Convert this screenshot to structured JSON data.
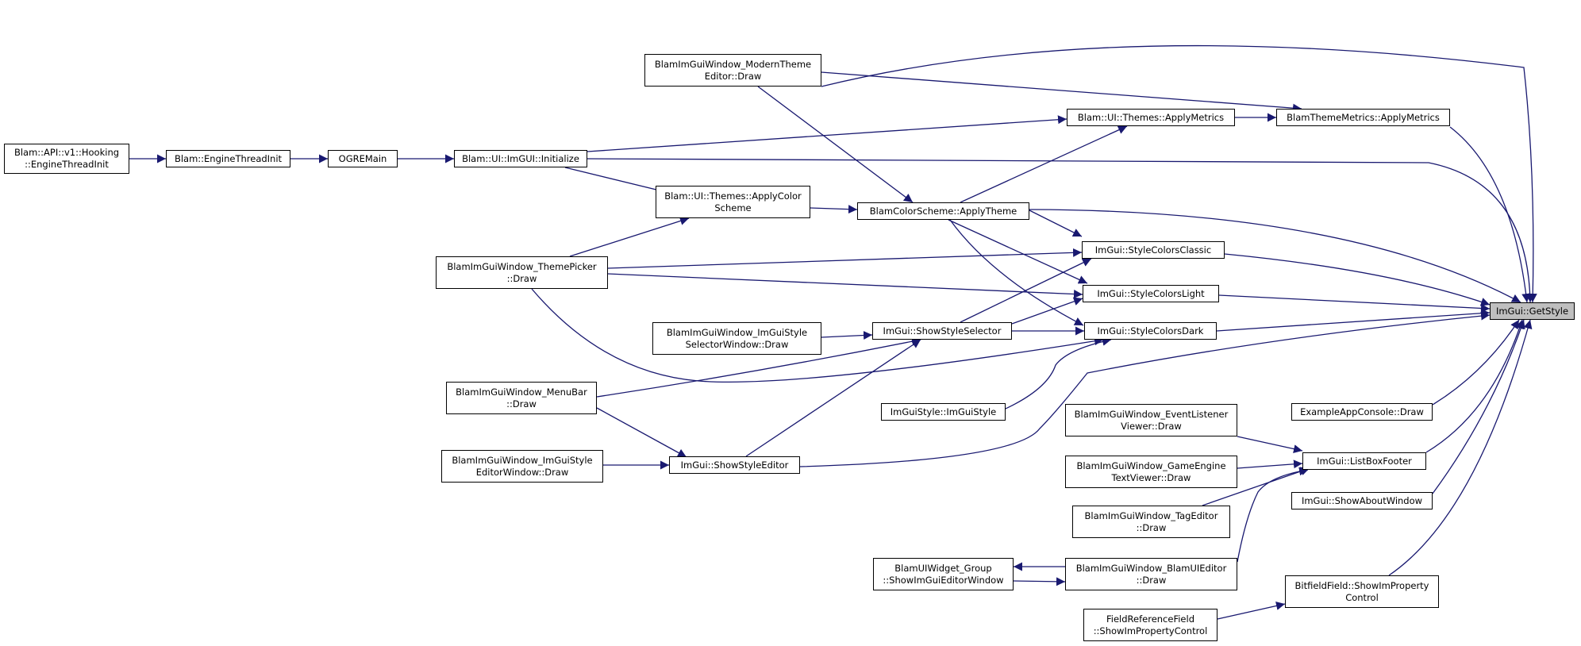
{
  "graph": {
    "edge_color": "#191970",
    "target_fill": "#bfbfbf",
    "nodes": {
      "getstyle": [
        "ImGui::GetStyle"
      ],
      "hooking": [
        "Blam::API::v1::Hooking",
        "::EngineThreadInit"
      ],
      "enginethread": [
        "Blam::EngineThreadInit"
      ],
      "ogremain": [
        "OGREMain"
      ],
      "initialize": [
        "Blam::UI::ImGUI::Initialize"
      ],
      "moderntheme": [
        "BlamImGuiWindow_ModernTheme",
        "Editor::Draw"
      ],
      "applymetrics_ui": [
        "Blam::UI::Themes::ApplyMetrics"
      ],
      "blamthememetrics": [
        "BlamThemeMetrics::ApplyMetrics"
      ],
      "applycolor": [
        "Blam::UI::Themes::ApplyColor",
        "Scheme"
      ],
      "applytheme": [
        "BlamColorScheme::ApplyTheme"
      ],
      "classic": [
        "ImGui::StyleColorsClassic"
      ],
      "light": [
        "ImGui::StyleColorsLight"
      ],
      "dark": [
        "ImGui::StyleColorsDark"
      ],
      "themepicker": [
        "BlamImGuiWindow_ThemePicker",
        "::Draw"
      ],
      "selectorwindow": [
        "BlamImGuiWindow_ImGuiStyle",
        "SelectorWindow::Draw"
      ],
      "showstyleselector": [
        "ImGui::ShowStyleSelector"
      ],
      "menubar": [
        "BlamImGuiWindow_MenuBar",
        "::Draw"
      ],
      "imguistyle": [
        "ImGuiStyle::ImGuiStyle"
      ],
      "editorwindow": [
        "BlamImGuiWindow_ImGuiStyle",
        "EditorWindow::Draw"
      ],
      "showstyleeditor": [
        "ImGui::ShowStyleEditor"
      ],
      "appconsole": [
        "ExampleAppConsole::Draw"
      ],
      "eventlistener": [
        "BlamImGuiWindow_EventListener",
        "Viewer::Draw"
      ],
      "listboxfooter": [
        "ImGui::ListBoxFooter"
      ],
      "gameengine": [
        "BlamImGuiWindow_GameEngine",
        "TextViewer::Draw"
      ],
      "showabout": [
        "ImGui::ShowAboutWindow"
      ],
      "tageditor": [
        "BlamImGuiWindow_TagEditor",
        "::Draw"
      ],
      "widgetgroup": [
        "BlamUIWidget_Group",
        "::ShowImGuiEditorWindow"
      ],
      "blamuieditor": [
        "BlamImGuiWindow_BlamUIEditor",
        "::Draw"
      ],
      "bitfield": [
        "BitfieldField::ShowImProperty",
        "Control"
      ],
      "fieldref": [
        "FieldReferenceField",
        "::ShowImPropertyControl"
      ]
    }
  }
}
